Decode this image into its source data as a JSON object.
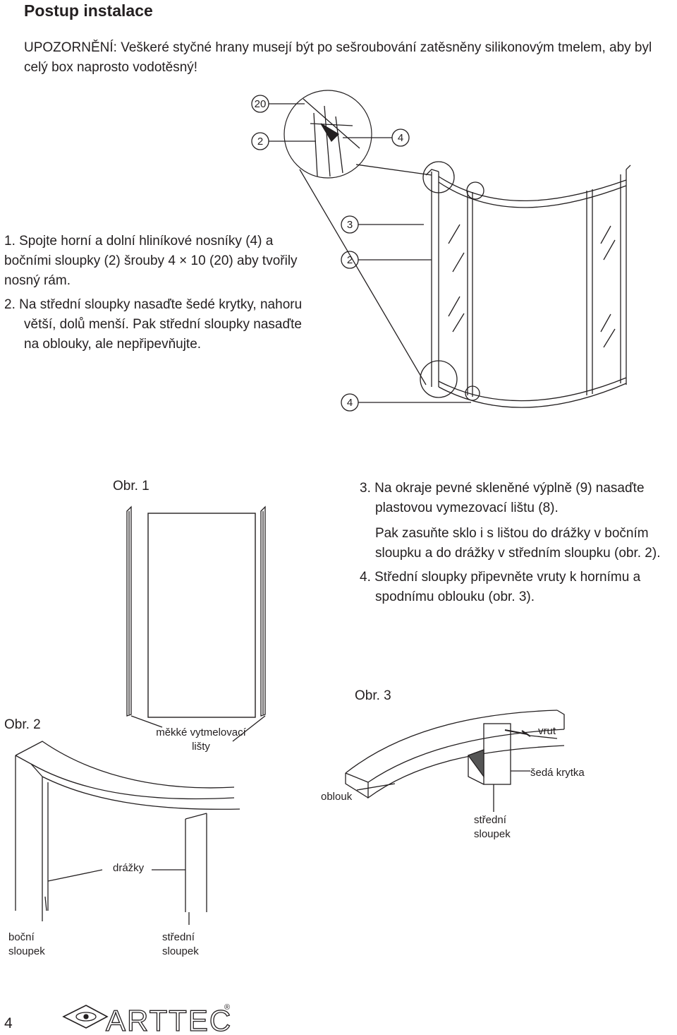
{
  "page": {
    "title": "Postup instalace",
    "warning": "UPOZORNĚNÍ: Veškeré styčné hrany musejí být po sešroubování zatěsněny silikonovým tmelem, aby byl celý box naprosto vodotěsný!",
    "page_number": "4"
  },
  "steps": {
    "step1": "1. Spojte horní a dolní hliníkové nosníky (4) a bočními sloupky (2) šrouby 4 × 10 (20) aby tvořily nosný rám.",
    "step2": "2. Na střední sloupky nasaďte šedé krytky, nahoru větší, dolů menší. Pak střední sloupky nasaďte na oblouky, ale nepřipevňujte.",
    "step3": "3. Na okraje pevné skleněné výplně (9) nasaďte plastovou vymezovací lištu (8).",
    "step3_cont": "Pak zasuňte sklo i s lištou do drážky v bočním sloupku a do drážky v středním sloupku (obr. 2).",
    "step4": "4. Střední sloupky připevněte vruty k hornímu a spodnímu oblouku (obr. 3)."
  },
  "figure_main": {
    "callouts": {
      "c20": "20",
      "c2_top": "2",
      "c4_top": "4",
      "c3": "3",
      "c2_mid": "2",
      "c4_bottom": "4"
    }
  },
  "figure1": {
    "caption": "Obr. 1",
    "label_strips": "měkké vytmelovací lišty"
  },
  "figure2": {
    "caption": "Obr. 2",
    "label_grooves": "drážky",
    "label_side_post": "boční sloupek",
    "label_middle_post": "střední sloupek"
  },
  "figure3": {
    "caption": "Obr. 3",
    "label_screw": "vrut",
    "label_cap": "šedá krytka",
    "label_arc": "oblouk",
    "label_middle_post": "střední sloupek"
  },
  "brand": {
    "logo_text": "ARTTEC",
    "registered": "®"
  }
}
